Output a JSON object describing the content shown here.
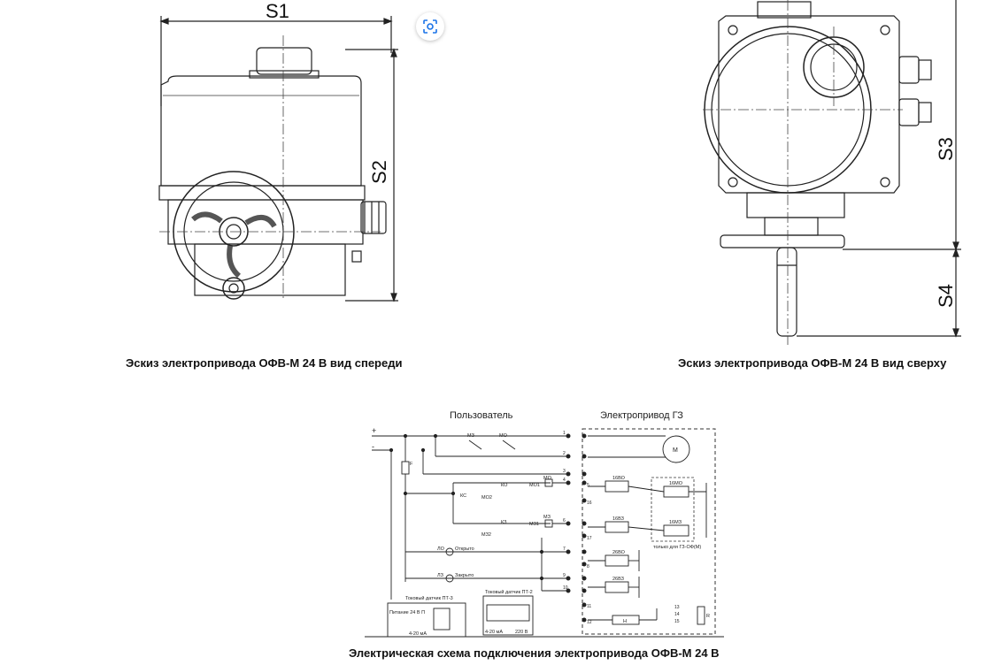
{
  "front_view": {
    "caption": "Эскиз электропривода ОФВ-М 24 В вид спереди",
    "dim_width": "S1",
    "dim_height": "S2"
  },
  "top_view": {
    "caption": "Эскиз электропривода ОФВ-М 24 В вид сверху",
    "dim_body": "S3",
    "dim_stem": "S4"
  },
  "schema": {
    "caption": "Электрическая схема подключения электропривода ОФВ-М 24 В",
    "user_label": "Пользователь",
    "actuator_label": "Электропривод ГЗ",
    "plus": "+",
    "minus": "-",
    "fuse": "F",
    "motor": "M",
    "mz": "МЗ",
    "mo": "МО",
    "ko": "КО",
    "kz": "КЗ",
    "ks": "КС",
    "mo2": "МО2",
    "mz2": "МЗ2",
    "mo1": "МО1",
    "mz1": "МЗ1",
    "mo_r": "МО",
    "mz_r": "МЗ",
    "lamp_open": "Открыто",
    "lamp_closed": "Закрыто",
    "lo": "ЛО",
    "lz": "ЛЗ",
    "sw_16vo": "16ВО",
    "sw_16vz": "16ВЗ",
    "sw_16mo": "16МО",
    "sw_16mz": "16МЗ",
    "sw_26vo": "26ВО",
    "sw_26vz": "26ВЗ",
    "note_gz": "только для ГЗ-ОФ(М)",
    "heater": "Н",
    "r": "R",
    "pt3": "Токовый датчик ПТ-3",
    "pt2": "Токовый датчик ПТ-2",
    "pt3_supply": "Питание 24 В П",
    "pt_out": "4-20 мА",
    "pt2_out": "4-20 мА",
    "pt2_in": "220 В",
    "terminals": [
      "1",
      "2",
      "3",
      "4",
      "5",
      "6",
      "7",
      "8",
      "9",
      "10",
      "11",
      "12",
      "13",
      "14",
      "15",
      "16",
      "17"
    ]
  },
  "zoom_button": {
    "icon": "lens-icon"
  }
}
